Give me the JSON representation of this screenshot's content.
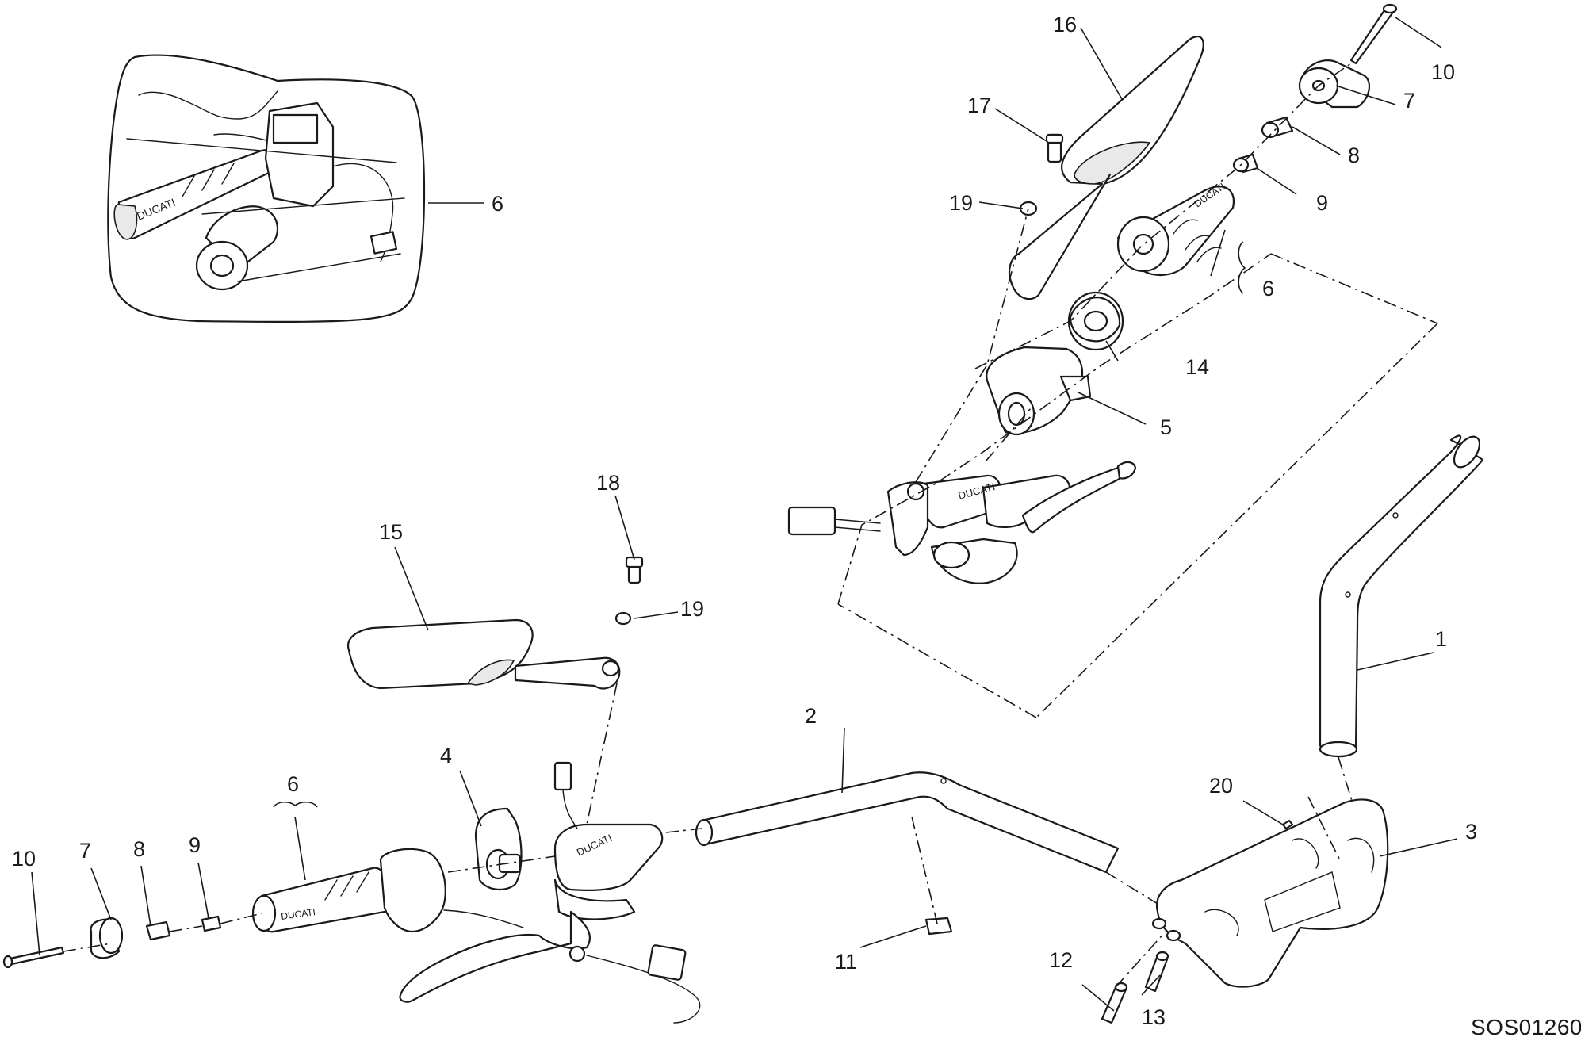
{
  "diagram": {
    "code": "SOS01260",
    "callouts": [
      {
        "id": "c-1",
        "text": "1"
      },
      {
        "id": "c-2",
        "text": "2"
      },
      {
        "id": "c-3",
        "text": "3"
      },
      {
        "id": "c-4",
        "text": "4"
      },
      {
        "id": "c-5",
        "text": "5"
      },
      {
        "id": "c-6-inset",
        "text": "6"
      },
      {
        "id": "c-6-upper",
        "text": "6"
      },
      {
        "id": "c-6-lower",
        "text": "6"
      },
      {
        "id": "c-7-upper",
        "text": "7"
      },
      {
        "id": "c-7-lower",
        "text": "7"
      },
      {
        "id": "c-8-upper",
        "text": "8"
      },
      {
        "id": "c-8-lower",
        "text": "8"
      },
      {
        "id": "c-9-upper",
        "text": "9"
      },
      {
        "id": "c-9-lower",
        "text": "9"
      },
      {
        "id": "c-10-upper",
        "text": "10"
      },
      {
        "id": "c-10-lower",
        "text": "10"
      },
      {
        "id": "c-11",
        "text": "11"
      },
      {
        "id": "c-12",
        "text": "12"
      },
      {
        "id": "c-13",
        "text": "13"
      },
      {
        "id": "c-14",
        "text": "14"
      },
      {
        "id": "c-15",
        "text": "15"
      },
      {
        "id": "c-16",
        "text": "16"
      },
      {
        "id": "c-17",
        "text": "17"
      },
      {
        "id": "c-18",
        "text": "18"
      },
      {
        "id": "c-19-upper",
        "text": "19"
      },
      {
        "id": "c-19-lower",
        "text": "19"
      },
      {
        "id": "c-20",
        "text": "20"
      }
    ],
    "brand_marks": [
      "DUCATI"
    ],
    "colors": {
      "ink": "#1a1a1a",
      "paper": "#ffffff",
      "shade": "#e9e9e9"
    }
  }
}
